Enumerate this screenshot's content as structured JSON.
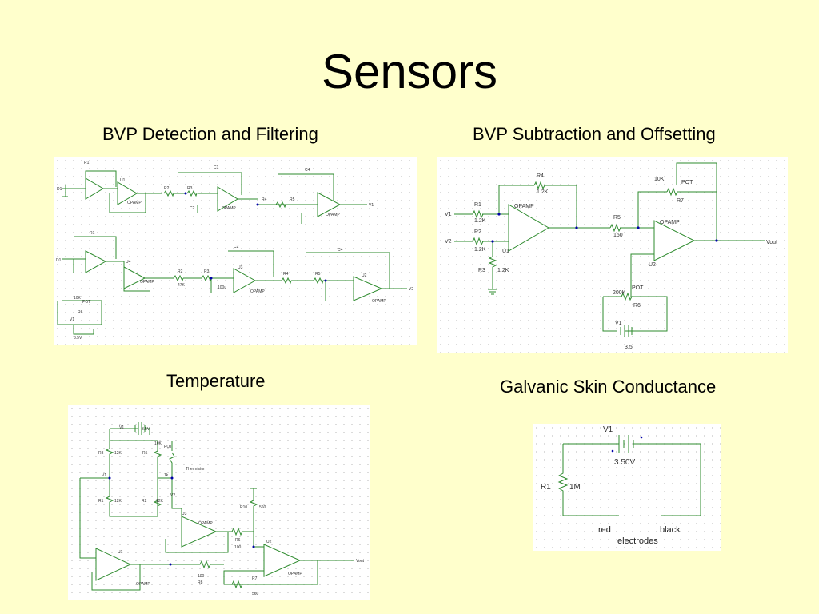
{
  "slide": {
    "title": "Sensors"
  },
  "captions": {
    "bvp_detection": "BVP Detection and Filtering",
    "bvp_subtraction": "BVP Subtraction and Offsetting",
    "temperature": "Temperature",
    "gsc": "Galvanic Skin Conductance"
  },
  "bvp_detection": {
    "labels": [
      "R1",
      "D1",
      "U1",
      "OPAMP",
      "R2",
      "47K",
      "R3",
      "C1",
      "100u",
      "U3",
      "C2",
      "R4",
      "R5",
      "U4",
      "V1",
      "POT",
      "3.5V"
    ]
  },
  "bvp_subtraction": {
    "r4": "R4",
    "r4_val": "1.2K",
    "r1": "R1",
    "r1_val": "1.2K",
    "r2": "R2",
    "r2_val": "1.2K",
    "r3": "R3",
    "r3_val": "1.2K",
    "v1_in": "V1",
    "v2_in": "V2",
    "opamp1": "OPAMP",
    "u1": "U1",
    "r5": "R5",
    "r5_val": "150",
    "r7_val": "10K",
    "r7_pot": "POT",
    "r7": "R7",
    "opamp2": "OPAMP",
    "u2": "U2",
    "r6_val": "200K",
    "r6_pot": "POT",
    "r6": "R6",
    "v1_bat": "V1",
    "v1_bat_val": "3.5",
    "vout": "Vout"
  },
  "temperature": {
    "v1_src": "V1",
    "v1_src_val": "3.5V",
    "r3": "R3",
    "r3_val": "12K",
    "r5": "R5",
    "r5_val": "10K",
    "r5_pot": "POT",
    "thermistor": "Thermistor",
    "th_val": "1k",
    "v1_node": "V1",
    "v2_node": "V2",
    "r1": "R1",
    "r1_val": "12K",
    "r2": "R2",
    "r2_val": "12K",
    "u3": "U3",
    "opamp_u3": "OPAMP",
    "r10": "R10",
    "r10_val": "560",
    "r6": "R6",
    "r6_val": "100",
    "u2": "U2",
    "opamp_u2": "OPAMP",
    "u1": "U1",
    "opamp_u1": "OPAMP",
    "r8_val": "100",
    "r8": "R8",
    "r7": "R7",
    "r7_val": "560",
    "vout": "Vout"
  },
  "gsc": {
    "v1": "V1",
    "v1_val": "3.50V",
    "r1": "R1",
    "r1_val": "1M",
    "red": "red",
    "black": "black",
    "electrodes": "electrodes"
  }
}
